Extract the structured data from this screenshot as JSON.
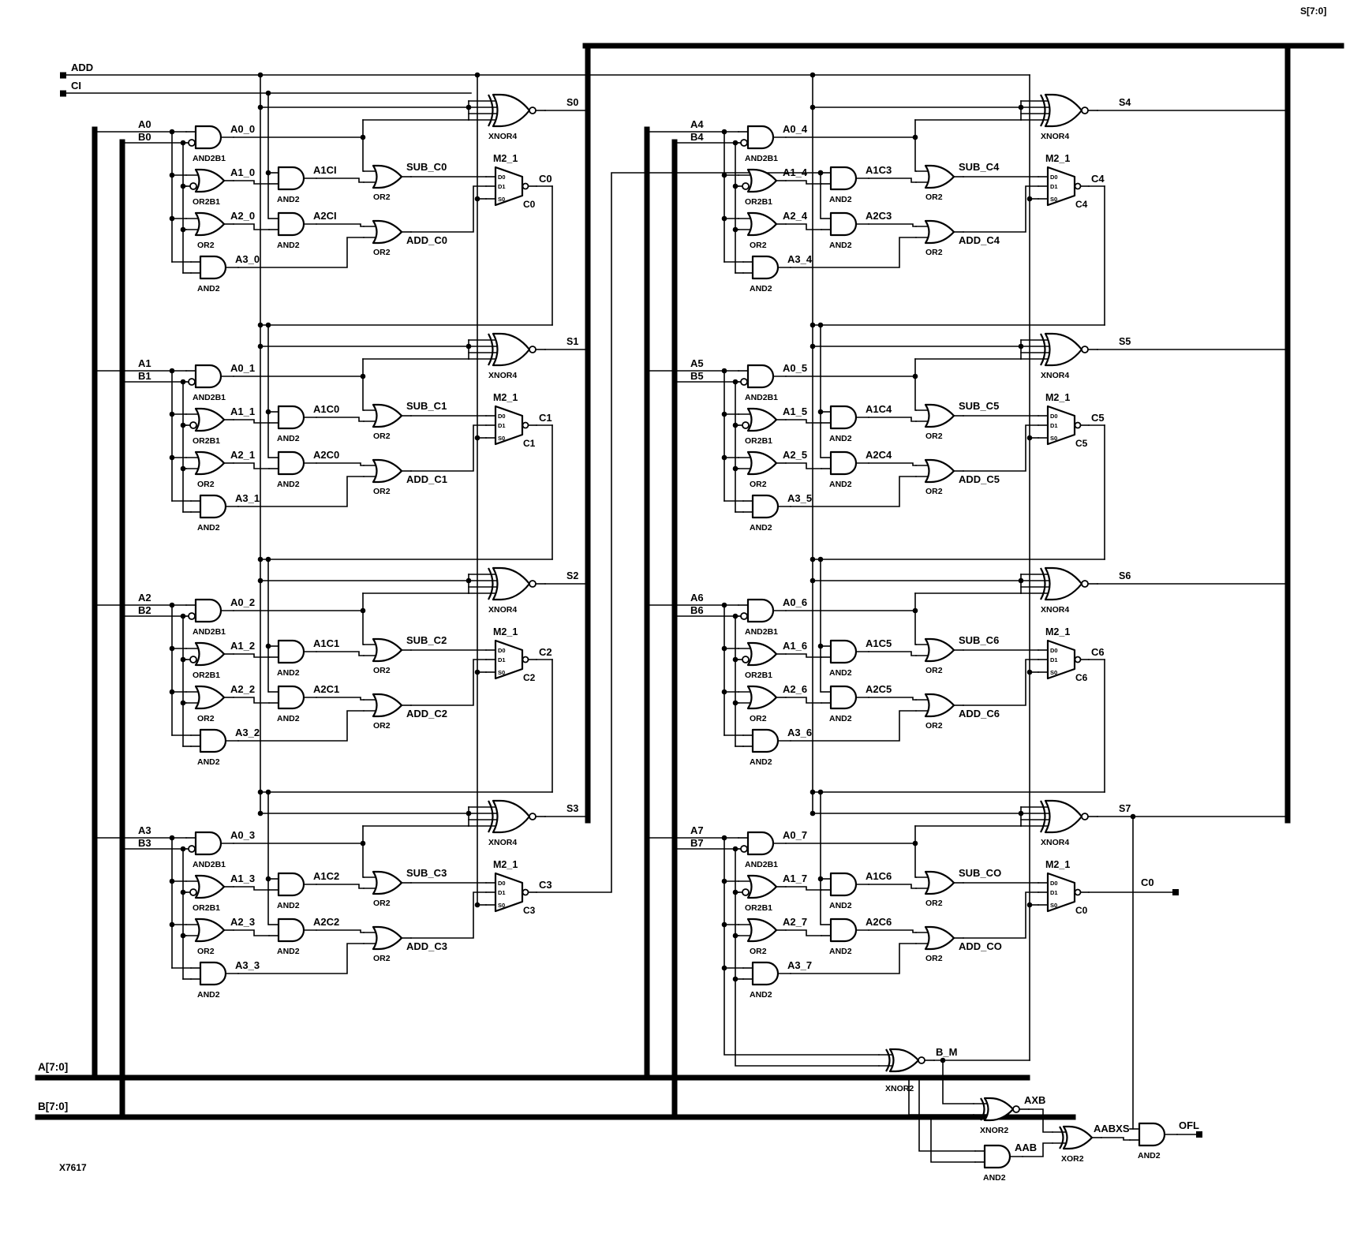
{
  "io": {
    "s_bus": "S[7:0]",
    "add": "ADD",
    "ci": "CI",
    "a_bus": "A[7:0]",
    "b_bus": "B[7:0]",
    "part": "X7617"
  },
  "gate_labels": {
    "and2b1": "AND2B1",
    "or2b1": "OR2B1",
    "or2": "OR2",
    "and2": "AND2",
    "xnor4": "XNOR4",
    "mux": "M2_1",
    "xnor2": "XNOR2",
    "xor2": "XOR2"
  },
  "mux_pins": {
    "d0": "D0",
    "d1": "D1",
    "s0": "S0"
  },
  "slices": [
    {
      "a": "A0",
      "b": "B0",
      "p0": "A0_0",
      "p1": "A1_0",
      "p2": "A2_0",
      "p3": "A3_0",
      "g1": "A1CI",
      "g2": "A2CI",
      "sub": "SUB_C0",
      "add": "ADD_C0",
      "sum": "S0",
      "mux_inst": "C0",
      "carry": "C0"
    },
    {
      "a": "A1",
      "b": "B1",
      "p0": "A0_1",
      "p1": "A1_1",
      "p2": "A2_1",
      "p3": "A3_1",
      "g1": "A1C0",
      "g2": "A2C0",
      "sub": "SUB_C1",
      "add": "ADD_C1",
      "sum": "S1",
      "mux_inst": "C1",
      "carry": "C1"
    },
    {
      "a": "A2",
      "b": "B2",
      "p0": "A0_2",
      "p1": "A1_2",
      "p2": "A2_2",
      "p3": "A3_2",
      "g1": "A1C1",
      "g2": "A2C1",
      "sub": "SUB_C2",
      "add": "ADD_C2",
      "sum": "S2",
      "mux_inst": "C2",
      "carry": "C2"
    },
    {
      "a": "A3",
      "b": "B3",
      "p0": "A0_3",
      "p1": "A1_3",
      "p2": "A2_3",
      "p3": "A3_3",
      "g1": "A1C2",
      "g2": "A2C2",
      "sub": "SUB_C3",
      "add": "ADD_C3",
      "sum": "S3",
      "mux_inst": "C3",
      "carry": "C3"
    },
    {
      "a": "A4",
      "b": "B4",
      "p0": "A0_4",
      "p1": "A1_4",
      "p2": "A2_4",
      "p3": "A3_4",
      "g1": "A1C3",
      "g2": "A2C3",
      "sub": "SUB_C4",
      "add": "ADD_C4",
      "sum": "S4",
      "mux_inst": "C4",
      "carry": "C4"
    },
    {
      "a": "A5",
      "b": "B5",
      "p0": "A0_5",
      "p1": "A1_5",
      "p2": "A2_5",
      "p3": "A3_5",
      "g1": "A1C4",
      "g2": "A2C4",
      "sub": "SUB_C5",
      "add": "ADD_C5",
      "sum": "S5",
      "mux_inst": "C5",
      "carry": "C5"
    },
    {
      "a": "A6",
      "b": "B6",
      "p0": "A0_6",
      "p1": "A1_6",
      "p2": "A2_6",
      "p3": "A3_6",
      "g1": "A1C5",
      "g2": "A2C5",
      "sub": "SUB_C6",
      "add": "ADD_C6",
      "sum": "S6",
      "mux_inst": "C6",
      "carry": "C6"
    },
    {
      "a": "A7",
      "b": "B7",
      "p0": "A0_7",
      "p1": "A1_7",
      "p2": "A2_7",
      "p3": "A3_7",
      "g1": "A1C6",
      "g2": "A2C6",
      "sub": "SUB_CO",
      "add": "ADD_CO",
      "sum": "S7",
      "mux_inst": "C0",
      "carry": "C0"
    }
  ],
  "overflow": {
    "b_m": "B_M",
    "axb": "AXB",
    "aab": "AAB",
    "aabxs": "AABXS",
    "ofl": "OFL"
  }
}
